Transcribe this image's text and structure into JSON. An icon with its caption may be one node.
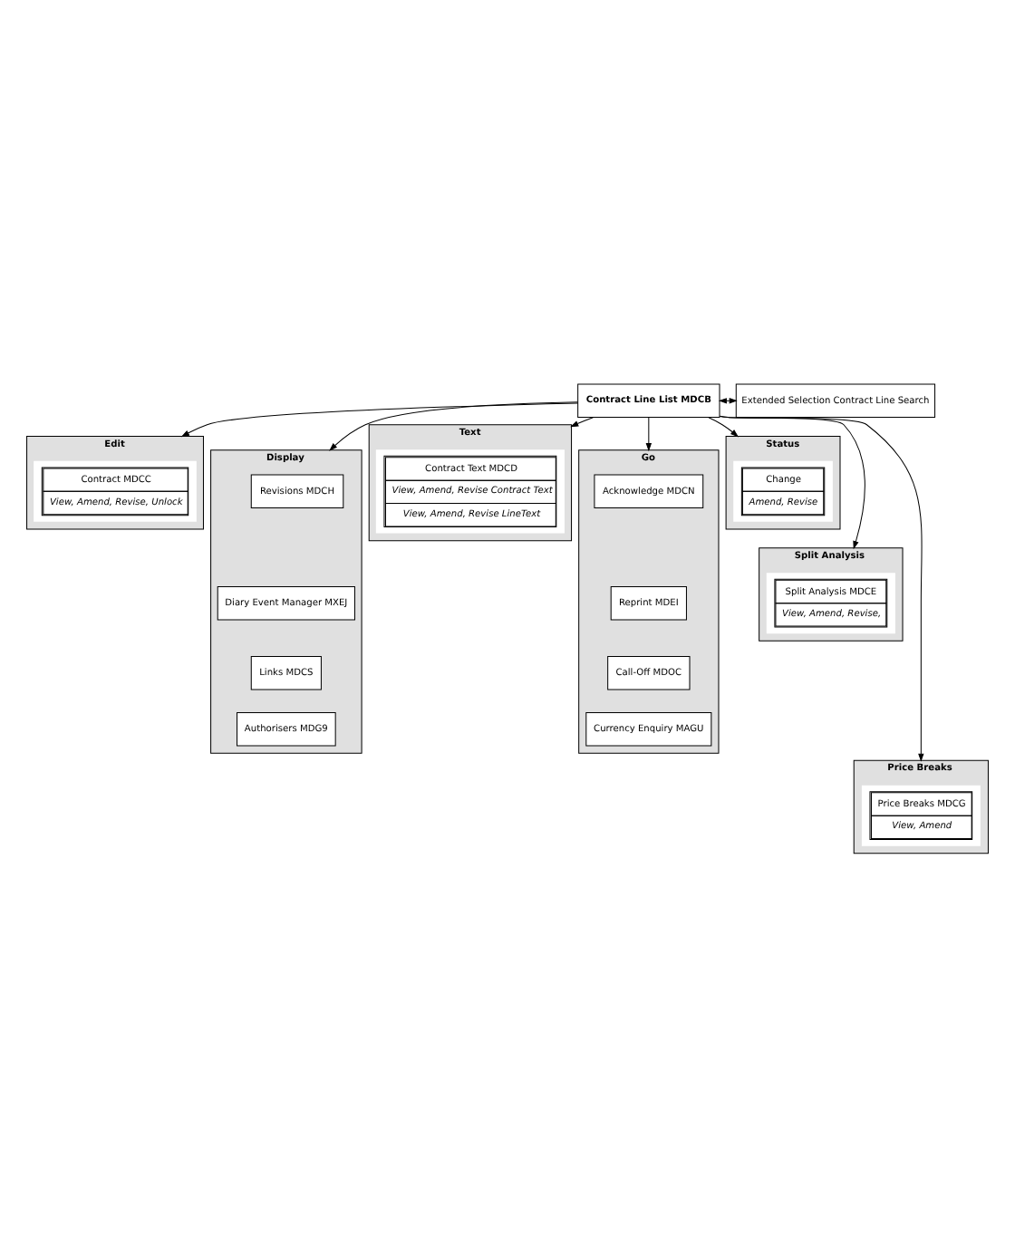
{
  "diagram": {
    "nodes": [
      {
        "text": [
          "Contract Line List MDCB"
        ]
      },
      {
        "text": [
          "Extended Selection Contract Line Search"
        ]
      },
      {
        "text": [
          "Edit"
        ]
      },
      {
        "text": [
          "Contract MDCC",
          "View, Amend, Revise, Unlock"
        ],
        "in": 2
      },
      {
        "text": [
          "Display"
        ]
      },
      {
        "text": [
          "Revisions MDCH"
        ],
        "in": 4
      },
      {
        "text": [
          "Diary Event Manager MXEJ"
        ],
        "in": 4
      },
      {
        "text": [
          "Links MDCS"
        ],
        "in": 4
      },
      {
        "text": [
          "Authorisers MDG9"
        ],
        "in": 4
      },
      {
        "text": [
          "Text"
        ]
      },
      {
        "text": [
          "Contract Text MDCD",
          "View, Amend, Revise Contract Text",
          "View, Amend, Revise LineText"
        ],
        "in": 9
      },
      {
        "text": [
          "Go"
        ]
      },
      {
        "text": [
          "Acknowledge MDCN"
        ],
        "in": 11
      },
      {
        "text": [
          "Reprint MDEI"
        ],
        "in": 11
      },
      {
        "text": [
          "Call-Off MDOC"
        ],
        "in": 11
      },
      {
        "text": [
          "Currency Enquiry MAGU"
        ],
        "in": 11
      },
      {
        "text": [
          "Status"
        ]
      },
      {
        "text": [
          "Change",
          "Amend, Revise"
        ],
        "in": 16
      },
      {
        "text": [
          "Split Analysis"
        ]
      },
      {
        "text": [
          "Split Analysis MDCE",
          "View, Amend, Revise,"
        ],
        "in": 18
      },
      {
        "text": [
          "Price Breaks"
        ]
      },
      {
        "text": [
          "Price Breaks MDCG",
          "View, Amend"
        ],
        "in": 20
      }
    ],
    "edges": [
      {
        "from": 0,
        "to": 1,
        "arrow": "both"
      },
      {
        "from": 0,
        "to": 2,
        "arrow": "to"
      },
      {
        "from": 0,
        "to": 4,
        "arrow": "to"
      },
      {
        "from": 0,
        "to": 9,
        "arrow": "to"
      },
      {
        "from": 0,
        "to": 11,
        "arrow": "to"
      },
      {
        "from": 0,
        "to": 16,
        "arrow": "to"
      },
      {
        "from": 0,
        "to": 18,
        "arrow": "to"
      },
      {
        "from": 0,
        "to": 20,
        "arrow": "to"
      }
    ]
  }
}
